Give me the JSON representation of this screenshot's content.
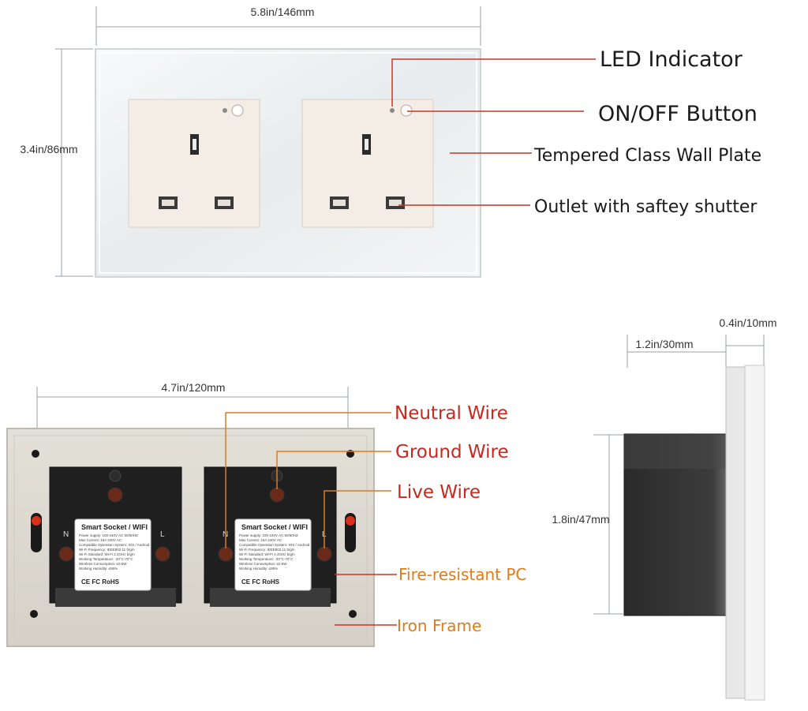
{
  "dimensions": {
    "front_width": "5.8in/146mm",
    "front_height": "3.4in/86mm",
    "back_width": "4.7in/120mm",
    "side_depth": "1.2in/30mm",
    "side_plate": "0.4in/10mm",
    "side_height": "1.8in/47mm"
  },
  "front_callouts": {
    "led": "LED Indicator",
    "button": "ON/OFF Button",
    "plate": "Tempered Class Wall Plate",
    "outlet": "Outlet with saftey shutter"
  },
  "back_callouts": {
    "neutral": "Neutral Wire",
    "ground": "Ground Wire",
    "live": "Live Wire",
    "pc": "Fire-resistant PC",
    "frame": "Iron Frame"
  },
  "module_label": {
    "title": "Smart Socket / WIFI",
    "specs": [
      "Power supply: 100-240V AC  50/60HZ",
      "Max Current: 16A  240V AC",
      "Compatible Operation System: IOS / Android",
      "Wi-Fi Frequency: IEEE802.11 b/g/n",
      "Wi-Fi Standard: Wi-Fi 2.4GHz b/g/n",
      "Working Temperature: -20°C-70°C",
      "Wireless Consumption: ≤0.5W",
      "Working Humidity: ≤95%"
    ],
    "certs": "CE  FC  RoHS",
    "terminal_n": "N",
    "terminal_l": "L"
  },
  "colors": {
    "callout_red": "#c8281e",
    "callout_orange": "#e07b1a",
    "leader_line": "#c0392b",
    "plate_white": "#eef0f0",
    "socket_face": "#f3ede6"
  }
}
